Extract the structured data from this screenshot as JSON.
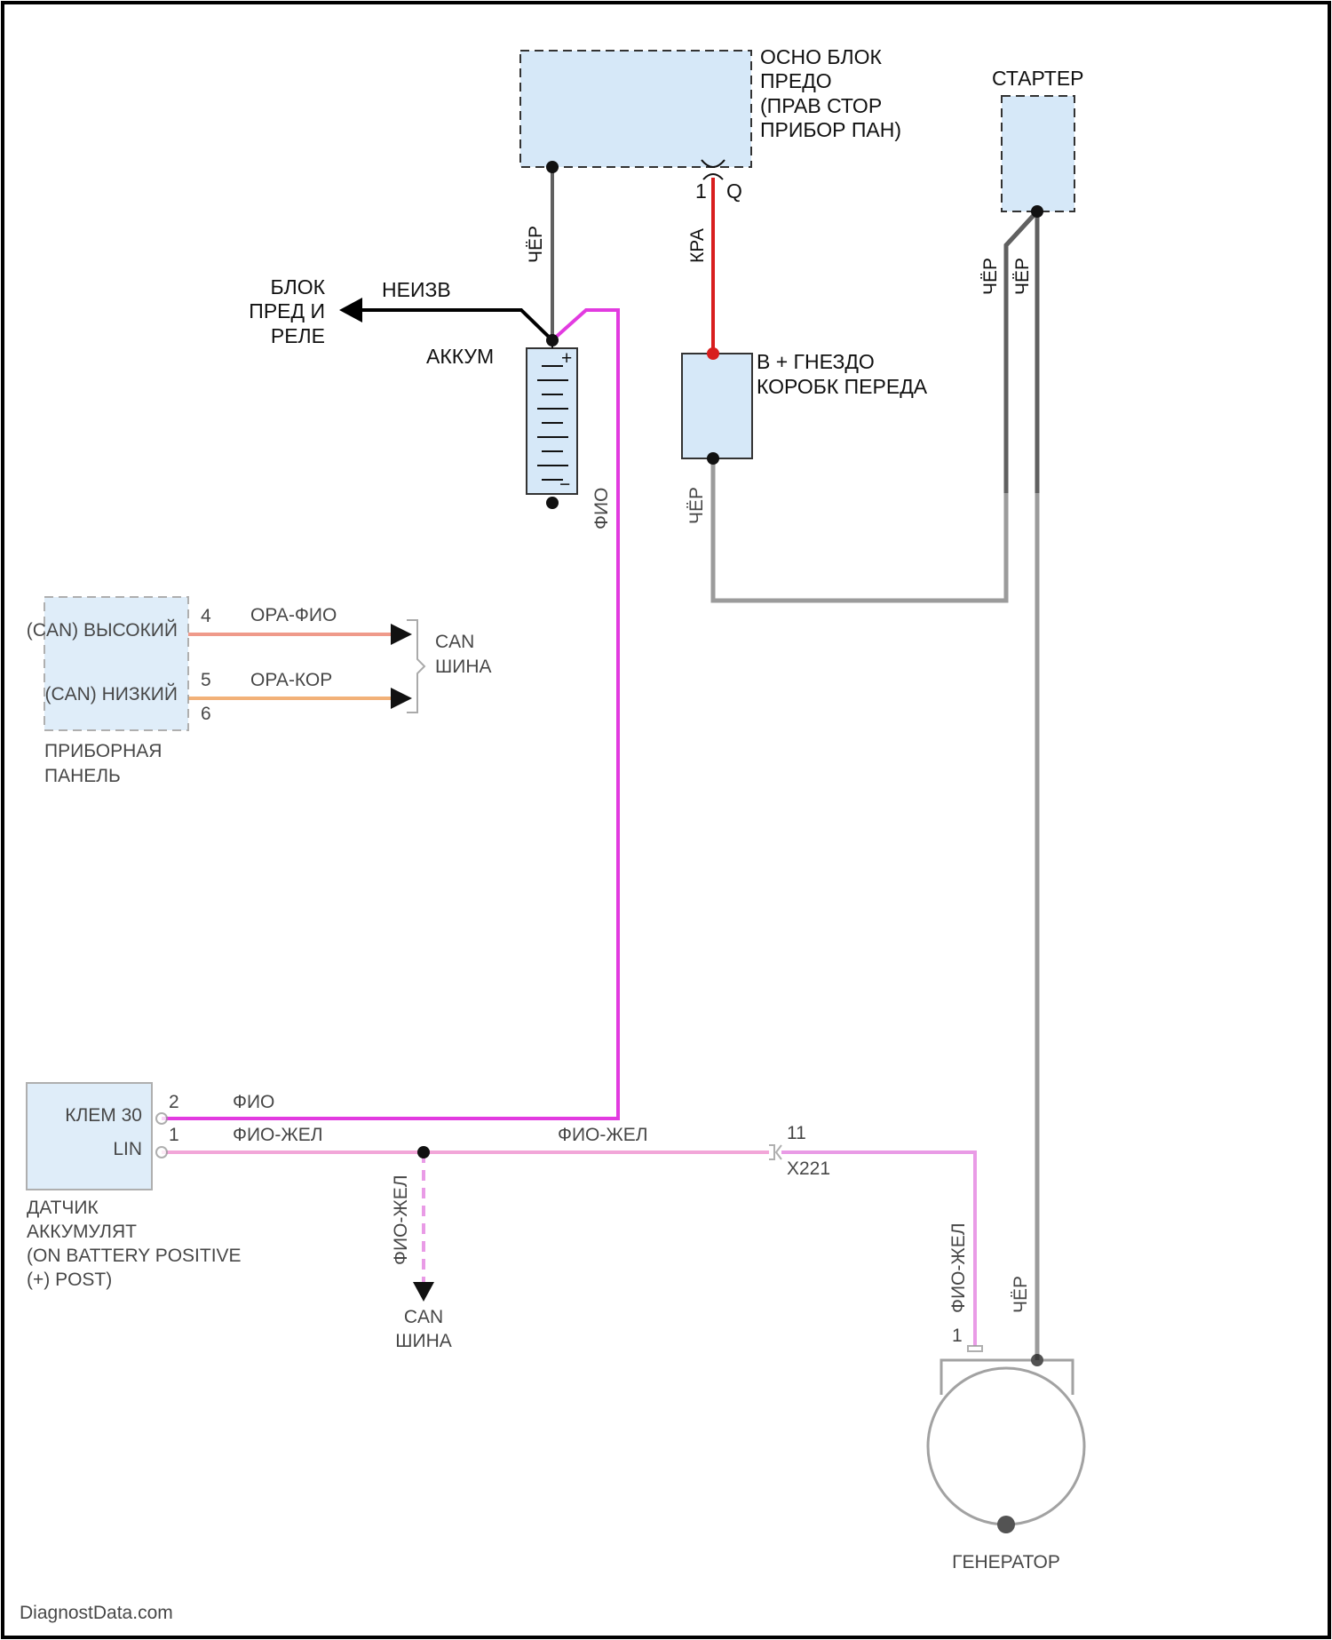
{
  "colors": {
    "background": "#ffffff",
    "frame": "#000000",
    "component_fill": "#d6e8f8",
    "component_dash": "#333333",
    "wire_black": "#606060",
    "wire_red": "#d81e1e",
    "wire_pink": "#e23be0",
    "wire_pink_light": "#f2a6d8",
    "wire_salmon": "#ef9a8a",
    "wire_orange": "#f2b178",
    "wire_grey": "#aaaaaa"
  },
  "components": {
    "fuse_block": {
      "label_lines": [
        "ОСНО БЛОК",
        "ПРЕДО",
        "(ПРАВ СТОР",
        "ПРИБОР ПАН)"
      ],
      "pin_number": "1",
      "pin_letter": "Q"
    },
    "starter": {
      "label": "СТАРТЕР"
    },
    "front_block": {
      "label_lines": [
        "БЛОК",
        "ПРЕД И",
        "РЕЛЕ"
      ],
      "arrow_label": "НЕИЗВ"
    },
    "battery": {
      "label": "АККУМ",
      "plus": "+",
      "minus": "−"
    },
    "b_plus": {
      "label_lines": [
        "В + ГНЕЗДО",
        "КОРОБК ПЕРЕДА"
      ]
    },
    "instrument_panel": {
      "label_lines": [
        "ПРИБОРНАЯ",
        "ПАНЕЛЬ"
      ],
      "pins": [
        "(CAN) ВЫСОКИЙ",
        "(CAN) НИЗКИЙ"
      ],
      "pin_numbers": [
        "4",
        "5",
        "6"
      ]
    },
    "can_bus_1": {
      "label_lines": [
        "CAN",
        "ШИНА"
      ]
    },
    "sensor": {
      "label_lines": [
        "ДАТЧИК",
        "АККУМУЛЯТ",
        "(ON BATTERY POSITIVE",
        "(+) POST)"
      ],
      "pins": [
        "КЛЕМ 30",
        "LIN"
      ],
      "pin_numbers": [
        "2",
        "1"
      ]
    },
    "can_bus_2": {
      "label_lines": [
        "CAN",
        "ШИНА"
      ]
    },
    "generator": {
      "label": "ГЕНЕРАТОР",
      "pin_number": "1"
    }
  },
  "wires": {
    "bat_to_fuse": "ЧЁР",
    "fuse_to_bplus": "КРА",
    "starter_a": "ЧЁР",
    "starter_b": "ЧЁР",
    "bplus_down": "ЧЁР",
    "bat_pos_down": "ФИО",
    "can_high": "ОРА-ФИО",
    "can_low": "ОРА-КОР",
    "sensor_power": "ФИО",
    "lin_left": "ФИО-ЖЕЛ",
    "lin_mid": "ФИО-ЖЕЛ",
    "lin_drop": "ФИО-ЖЕЛ",
    "connector_number": "11",
    "connector_label": "X221",
    "gen_lin": "ФИО-ЖЕЛ",
    "starter_to_gen": "ЧЁР"
  },
  "watermark": "DiagnostData.com"
}
